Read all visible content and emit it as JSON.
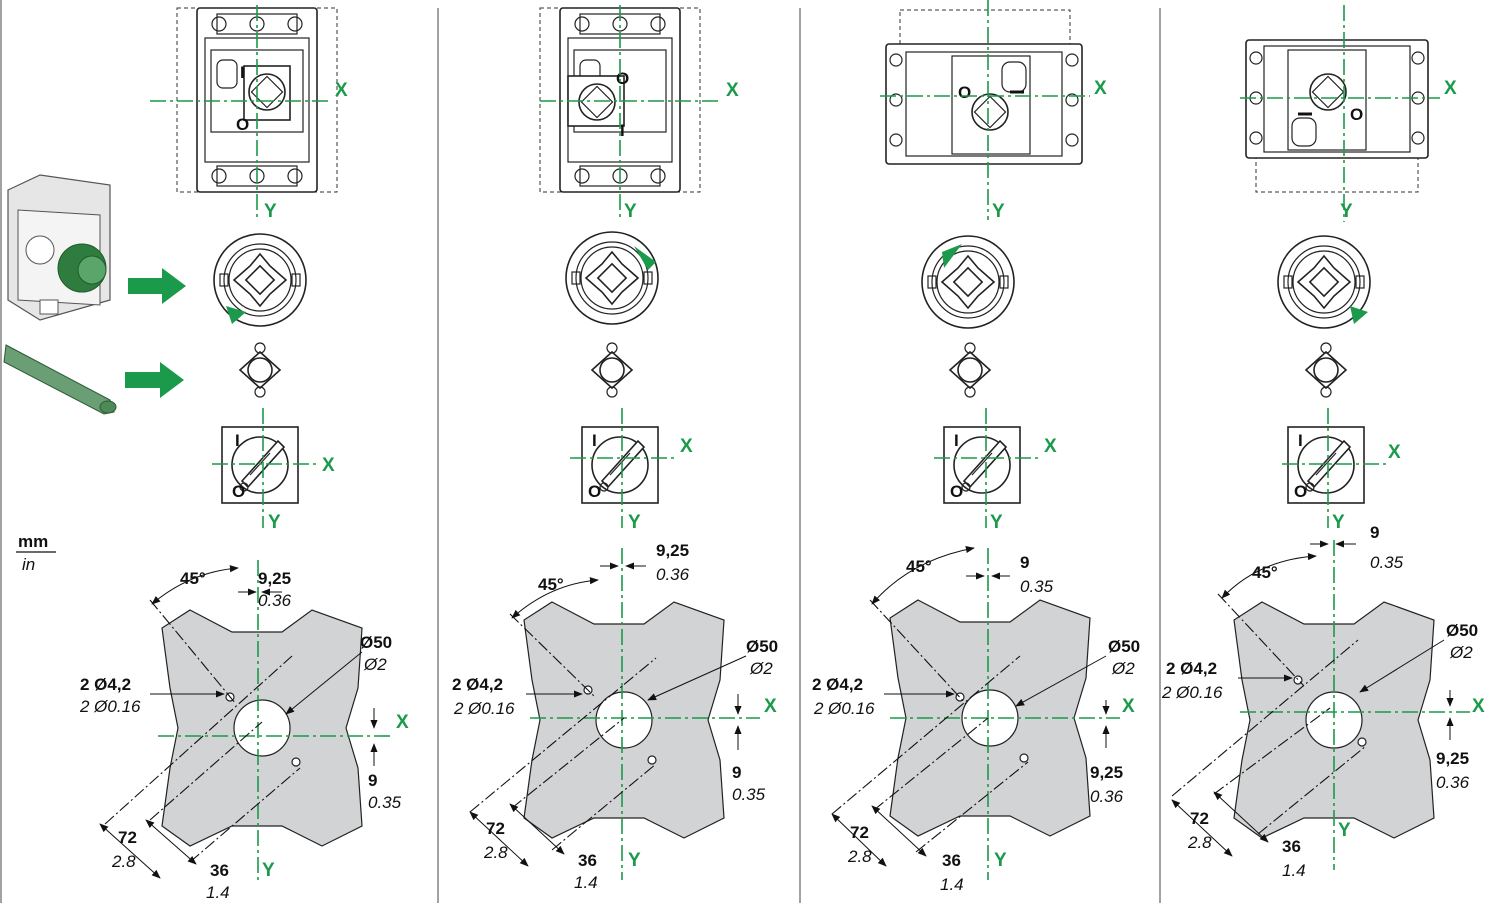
{
  "labels": {
    "axis_x": "X",
    "axis_y": "Y",
    "switch_on": "I",
    "switch_off": "O",
    "unit_primary": "mm",
    "unit_secondary": "in"
  },
  "panels": [
    {
      "angle": "45°",
      "offset_top_mm": "9,25",
      "offset_top_in": "0.36",
      "hole_mm": "Ø50",
      "hole_in": "Ø2",
      "fix_mm": "2 Ø4,2",
      "fix_in": "2 Ø0.16",
      "offset_side_mm": "9",
      "offset_side_in": "0.35",
      "d72_mm": "72",
      "d72_in": "2.8",
      "d36_mm": "36",
      "d36_in": "1.4"
    },
    {
      "angle": "45°",
      "offset_top_mm": "9,25",
      "offset_top_in": "0.36",
      "hole_mm": "Ø50",
      "hole_in": "Ø2",
      "fix_mm": "2 Ø4,2",
      "fix_in": "2 Ø0.16",
      "offset_side_mm": "9",
      "offset_side_in": "0.35",
      "d72_mm": "72",
      "d72_in": "2.8",
      "d36_mm": "36",
      "d36_in": "1.4"
    },
    {
      "angle": "45°",
      "offset_top_mm": "9",
      "offset_top_in": "0.35",
      "hole_mm": "Ø50",
      "hole_in": "Ø2",
      "fix_mm": "2 Ø4,2",
      "fix_in": "2 Ø0.16",
      "offset_side_mm": "9,25",
      "offset_side_in": "0.36",
      "d72_mm": "72",
      "d72_in": "2.8",
      "d36_mm": "36",
      "d36_in": "1.4"
    },
    {
      "angle": "45°",
      "offset_top_mm": "9",
      "offset_top_in": "0.35",
      "hole_mm": "Ø50",
      "hole_in": "Ø2",
      "fix_mm": "2 Ø4,2",
      "fix_in": "2 Ø0.16",
      "offset_side_mm": "9,25",
      "offset_side_in": "0.36",
      "d72_mm": "72",
      "d72_in": "2.8",
      "d36_mm": "36",
      "d36_in": "1.4"
    }
  ],
  "colors": {
    "axis": "#1a9a4a",
    "plate": "#d2d3d5",
    "line": "#222222"
  }
}
